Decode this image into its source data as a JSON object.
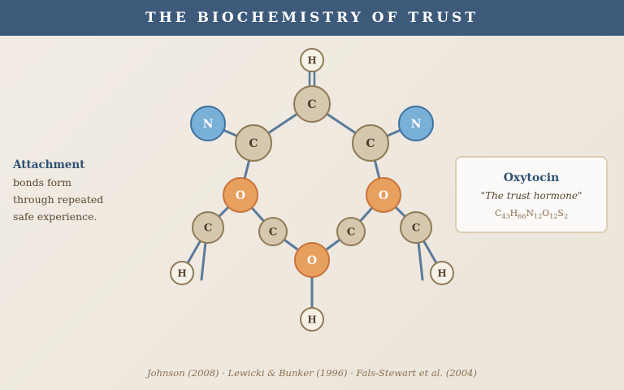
{
  "header": {
    "title": "THE BIOCHEMISTRY OF TRUST"
  },
  "side": {
    "title": "Attachment",
    "lines": [
      "bonds form",
      "through repeated",
      "safe experience."
    ]
  },
  "card": {
    "title": "Oxytocin",
    "subtitle": "\"The trust hormone\"",
    "formula": [
      {
        "el": "C",
        "n": "43"
      },
      {
        "el": "H",
        "n": "66"
      },
      {
        "el": "N",
        "n": "12"
      },
      {
        "el": "O",
        "n": "12"
      },
      {
        "el": "S",
        "n": "2"
      }
    ]
  },
  "molecule": {
    "atoms": [
      {
        "id": "h_top",
        "label": "H",
        "kind": "H"
      },
      {
        "id": "c_top",
        "label": "C",
        "kind": "C"
      },
      {
        "id": "c_left",
        "label": "C",
        "kind": "C"
      },
      {
        "id": "c_right",
        "label": "C",
        "kind": "C"
      },
      {
        "id": "n_left",
        "label": "N",
        "kind": "N"
      },
      {
        "id": "n_right",
        "label": "N",
        "kind": "N"
      },
      {
        "id": "o_left",
        "label": "O",
        "kind": "O"
      },
      {
        "id": "o_right",
        "label": "O",
        "kind": "O"
      },
      {
        "id": "c_left_in",
        "label": "C",
        "kind": "C"
      },
      {
        "id": "c_right_in",
        "label": "C",
        "kind": "C"
      },
      {
        "id": "o_bottom",
        "label": "O",
        "kind": "O"
      },
      {
        "id": "c_left_out",
        "label": "C",
        "kind": "C"
      },
      {
        "id": "c_right_out",
        "label": "C",
        "kind": "C"
      },
      {
        "id": "h_bottom",
        "label": "H",
        "kind": "H"
      },
      {
        "id": "h_left",
        "label": "H",
        "kind": "H"
      },
      {
        "id": "h_right",
        "label": "H",
        "kind": "H"
      }
    ],
    "colors": {
      "C": "#d6c8ae",
      "N": "#79b0d8",
      "O": "#e8a05e",
      "H": "#f7f2e8",
      "bond": "#5b7a9a"
    }
  },
  "footer": {
    "citation": "Johnson (2008) · Lewicki & Bunker (1996) · Fals-Stewart et al. (2004)"
  }
}
